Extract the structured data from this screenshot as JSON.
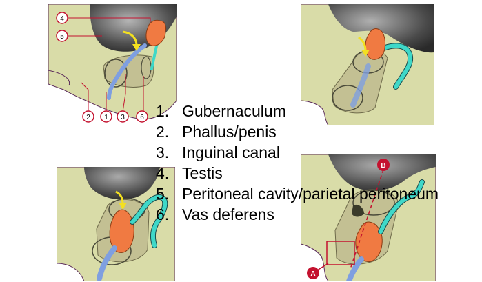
{
  "legend": {
    "items": [
      {
        "num": "1.",
        "label": "Gubernaculum"
      },
      {
        "num": "2.",
        "label": "Phallus/penis"
      },
      {
        "num": "3.",
        "label": "Inguinal canal"
      },
      {
        "num": "4.",
        "label": "Testis"
      },
      {
        "num": "5.",
        "label": "Peritoneal cavity/parietal peritoneum"
      },
      {
        "num": "6.",
        "label": "Vas deferens"
      }
    ]
  },
  "callouts": {
    "c1": "1",
    "c2": "2",
    "c3": "3",
    "c4": "4",
    "c5": "5",
    "c6": "6",
    "a": "A",
    "b": "B"
  },
  "colors": {
    "tissue": "#d9dca8",
    "cavity": "#5a5a5a",
    "testis": "#f07a42",
    "vas": "#3fd8c8",
    "gubernaculum": "#7f9fe0",
    "canal": "#b9b48a",
    "callout_red": "#c4122f",
    "arrow_yellow": "#f3e020"
  }
}
